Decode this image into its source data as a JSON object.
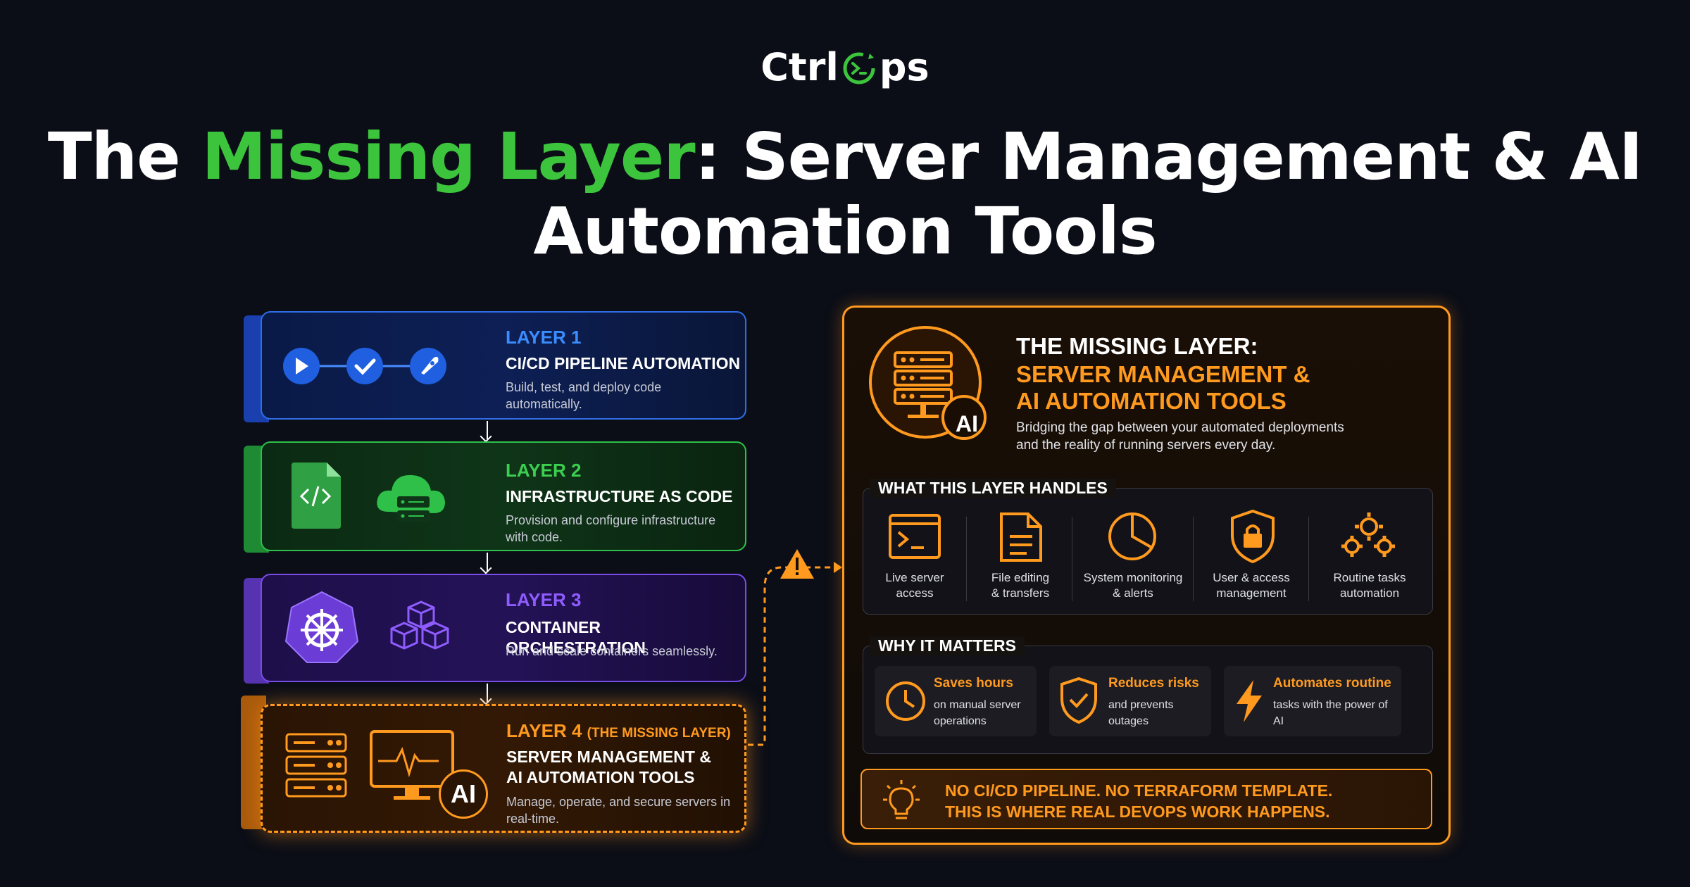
{
  "logo": {
    "text_left": "Ctrl",
    "text_right": "ps"
  },
  "title": {
    "part1": "The ",
    "highlight": "Missing Layer",
    "part2": ": Server Management & AI",
    "line2": "Automation Tools"
  },
  "layers": [
    {
      "num": "LAYER 1",
      "heading": "CI/CD PIPELINE AUTOMATION",
      "desc": "Build, test, and deploy code automatically.",
      "color": "#3a8cff"
    },
    {
      "num": "LAYER 2",
      "heading": "INFRASTRUCTURE AS CODE",
      "desc": "Provision and configure infrastructure with code.",
      "color": "#3cd050"
    },
    {
      "num": "LAYER 3",
      "heading": "CONTAINER ORCHESTRATION",
      "desc": "Run and scale containers seamlessly.",
      "color": "#8f5cff"
    },
    {
      "num": "LAYER 4",
      "tag": "(THE MISSING LAYER)",
      "heading1": "SERVER MANAGEMENT &",
      "heading2": "AI AUTOMATION TOOLS",
      "desc": "Manage, operate, and secure servers in real-time.",
      "color": "#ff9a1f"
    }
  ],
  "ai_badge": "AI",
  "panel": {
    "title1": "THE MISSING LAYER:",
    "title2": "SERVER MANAGEMENT &",
    "title3": "AI AUTOMATION TOOLS",
    "subtitle": "Bridging the gap between your automated deployments and the reality of running servers every day.",
    "handles_title": "WHAT THIS LAYER HANDLES",
    "handles": [
      {
        "icon": "terminal-icon",
        "label1": "Live server",
        "label2": "access"
      },
      {
        "icon": "file-icon",
        "label1": "File editing",
        "label2": "& transfers"
      },
      {
        "icon": "pie-chart-icon",
        "label1": "System monitoring",
        "label2": "& alerts"
      },
      {
        "icon": "shield-lock-icon",
        "label1": "User & access",
        "label2": "management"
      },
      {
        "icon": "gears-icon",
        "label1": "Routine tasks",
        "label2": "automation"
      }
    ],
    "matters_title": "WHY IT MATTERS",
    "matters": [
      {
        "icon": "clock-icon",
        "title": "Saves hours",
        "desc": "on manual server operations"
      },
      {
        "icon": "shield-check-icon",
        "title": "Reduces risks",
        "desc": "and prevents outages"
      },
      {
        "icon": "lightning-icon",
        "title": "Automates routine",
        "desc": "tasks with the power of AI"
      }
    ],
    "bottom_line1": "NO CI/CD PIPELINE. NO TERRAFORM TEMPLATE.",
    "bottom_line2": "THIS IS WHERE REAL DEVOPS WORK HAPPENS."
  },
  "warning_icon": "warning-icon",
  "colors": {
    "accent_orange": "#ff9a1f",
    "accent_green": "#3cc53c",
    "background": "#0b0e17"
  }
}
